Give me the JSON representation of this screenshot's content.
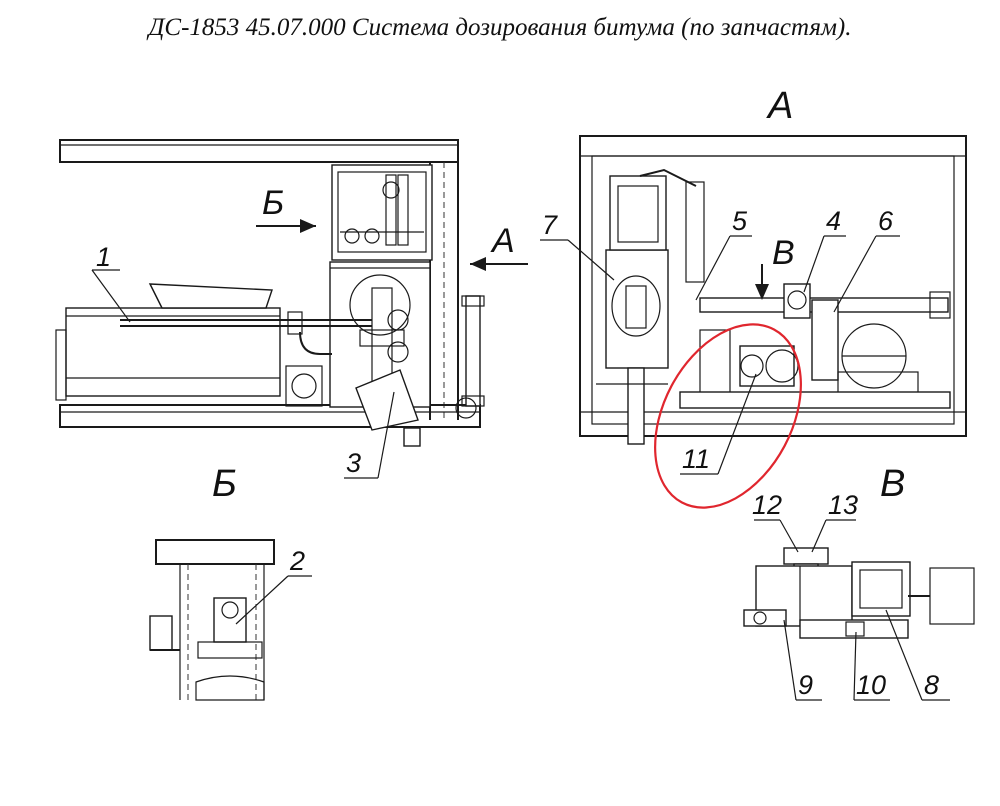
{
  "title": "ДС-1853 45.07.000 Система дозирования битума (по запчастям).",
  "views": {
    "a": "А",
    "b": "Б",
    "v": "В"
  },
  "callouts": [
    "1",
    "2",
    "3",
    "4",
    "5",
    "6",
    "7",
    "8",
    "9",
    "10",
    "11",
    "12",
    "13"
  ],
  "colors": {
    "line": "#1a1a1a",
    "highlight": "#e0262e"
  }
}
